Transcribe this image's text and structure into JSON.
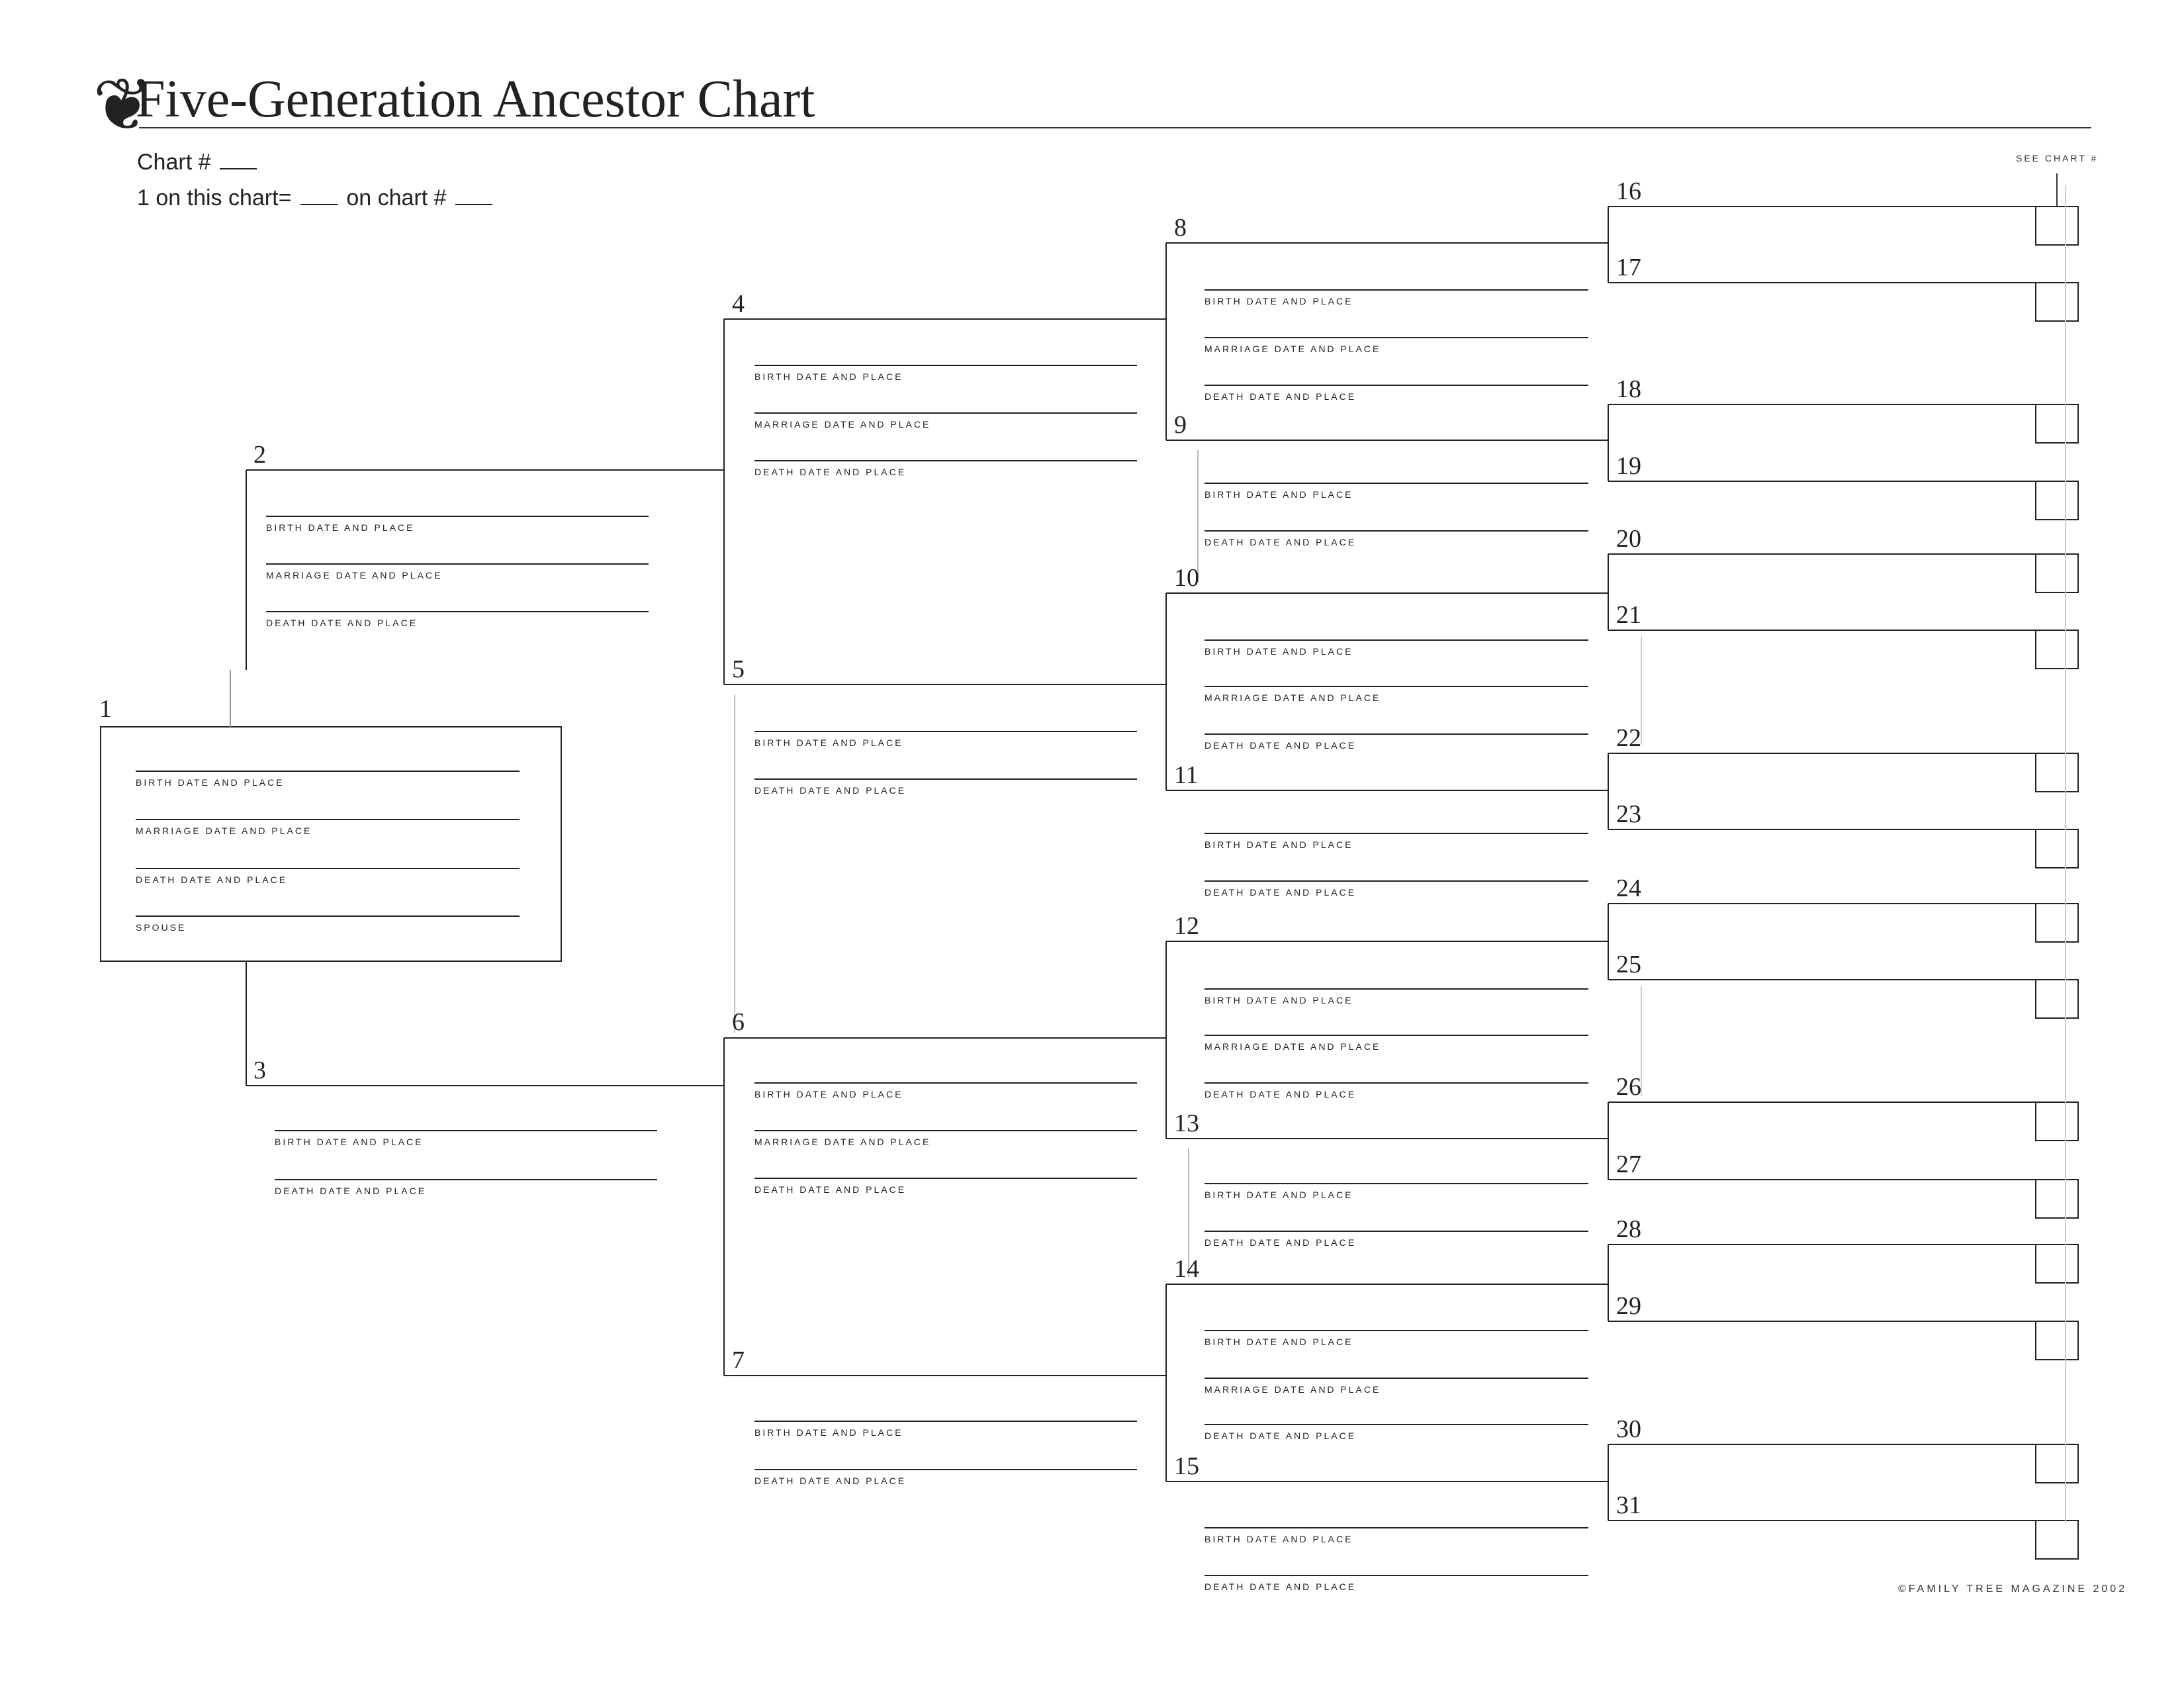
{
  "header": {
    "title": "Five-Generation Ancestor Chart",
    "chart_number_label": "Chart #",
    "this_chart_prefix": "1 on this chart=",
    "this_chart_mid": "on chart #",
    "see_chart_label": "SEE CHART #"
  },
  "labels": {
    "birth": "BIRTH DATE AND PLACE",
    "marriage": "MARRIAGE DATE AND PLACE",
    "death": "DEATH DATE AND PLACE",
    "spouse": "SPOUSE"
  },
  "ancestors": [
    {
      "number": "1",
      "fields": [
        "birth",
        "marriage",
        "death",
        "spouse"
      ]
    },
    {
      "number": "2",
      "fields": [
        "birth",
        "marriage",
        "death"
      ]
    },
    {
      "number": "3",
      "fields": [
        "birth",
        "death"
      ]
    },
    {
      "number": "4",
      "fields": [
        "birth",
        "marriage",
        "death"
      ]
    },
    {
      "number": "5",
      "fields": [
        "birth",
        "death"
      ]
    },
    {
      "number": "6",
      "fields": [
        "birth",
        "marriage",
        "death"
      ]
    },
    {
      "number": "7",
      "fields": [
        "birth",
        "death"
      ]
    },
    {
      "number": "8",
      "fields": [
        "birth",
        "marriage",
        "death"
      ]
    },
    {
      "number": "9",
      "fields": [
        "birth",
        "death"
      ]
    },
    {
      "number": "10",
      "fields": [
        "birth",
        "marriage",
        "death"
      ]
    },
    {
      "number": "11",
      "fields": [
        "birth",
        "death"
      ]
    },
    {
      "number": "12",
      "fields": [
        "birth",
        "marriage",
        "death"
      ]
    },
    {
      "number": "13",
      "fields": [
        "birth",
        "death"
      ]
    },
    {
      "number": "14",
      "fields": [
        "birth",
        "marriage",
        "death"
      ]
    },
    {
      "number": "15",
      "fields": [
        "birth",
        "death"
      ]
    },
    {
      "number": "16",
      "fields": []
    },
    {
      "number": "17",
      "fields": []
    },
    {
      "number": "18",
      "fields": []
    },
    {
      "number": "19",
      "fields": []
    },
    {
      "number": "20",
      "fields": []
    },
    {
      "number": "21",
      "fields": []
    },
    {
      "number": "22",
      "fields": []
    },
    {
      "number": "23",
      "fields": []
    },
    {
      "number": "24",
      "fields": []
    },
    {
      "number": "25",
      "fields": []
    },
    {
      "number": "26",
      "fields": []
    },
    {
      "number": "27",
      "fields": []
    },
    {
      "number": "28",
      "fields": []
    },
    {
      "number": "29",
      "fields": []
    },
    {
      "number": "30",
      "fields": []
    },
    {
      "number": "31",
      "fields": []
    }
  ],
  "footer": {
    "copyright": "©FAMILY TREE MAGAZINE 2002"
  }
}
